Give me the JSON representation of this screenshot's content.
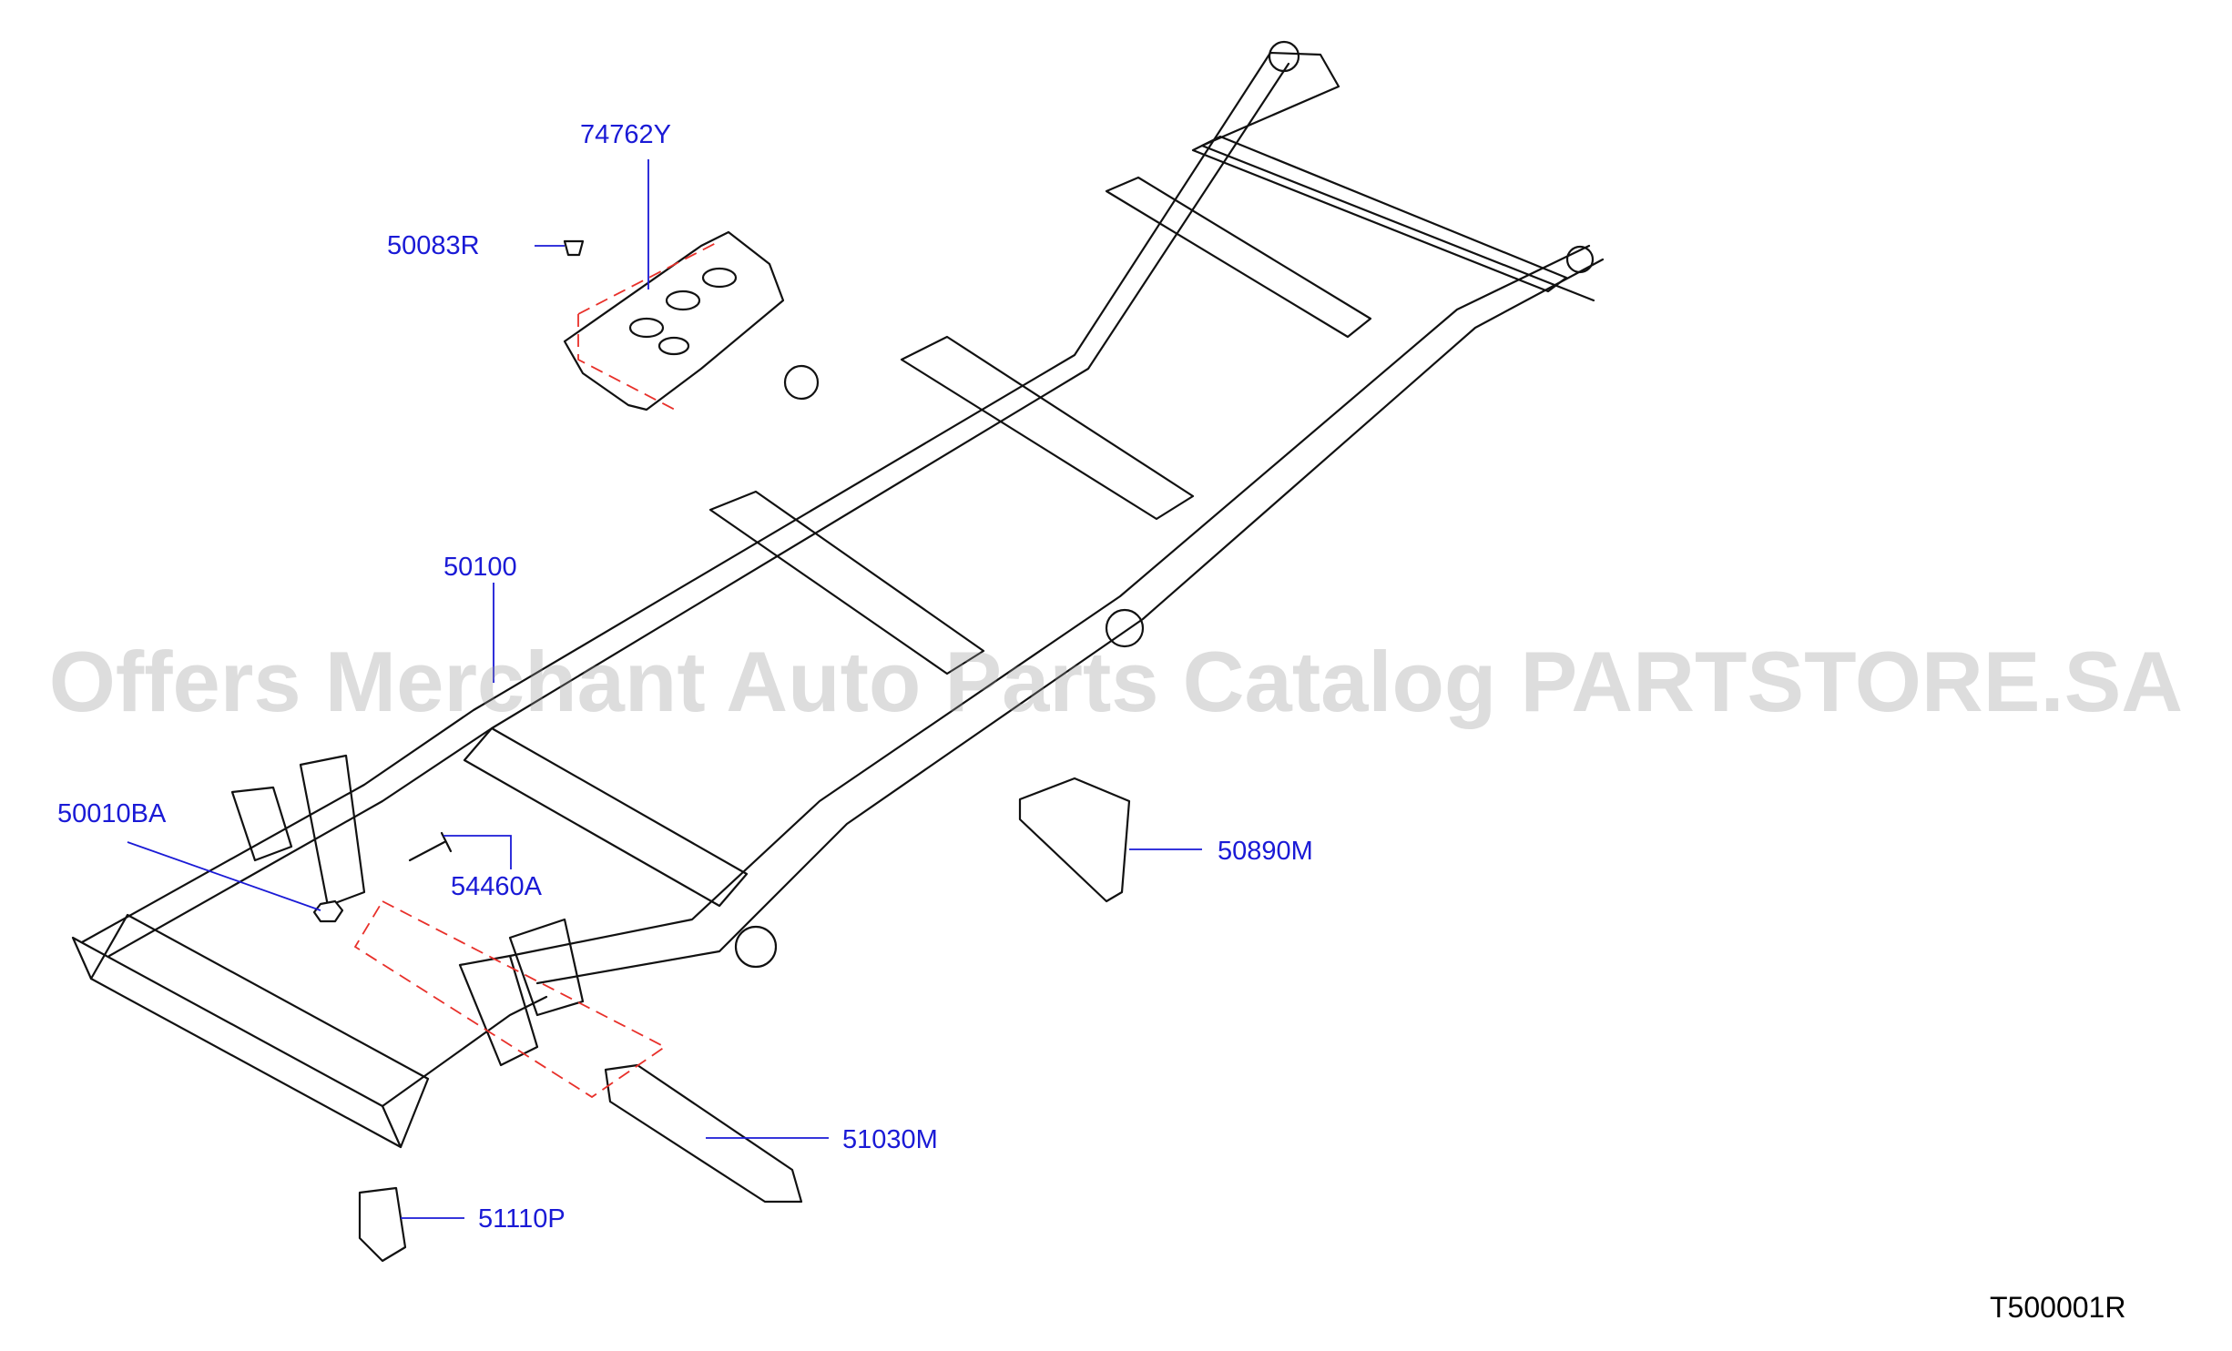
{
  "watermark": "Offers Merchant Auto Parts Catalog PARTSTORE.SA",
  "diagram_code": "T500001R",
  "parts": {
    "p74762Y": "74762Y",
    "p50083R": "50083R",
    "p50100": "50100",
    "p50010BA": "50010BA",
    "p54460A": "54460A",
    "p50890M": "50890M",
    "p51030M": "51030M",
    "p51110P": "51110P"
  },
  "colors": {
    "label": "#1a1ad6",
    "dashed_guide": "#e8302a",
    "line_art": "#111111"
  }
}
